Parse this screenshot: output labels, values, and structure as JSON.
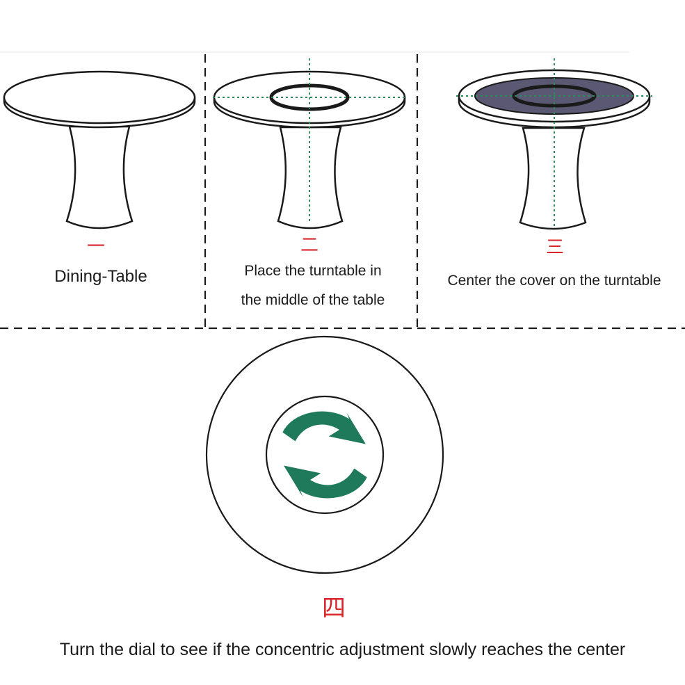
{
  "steps": [
    {
      "number": "一",
      "caption": "Dining-Table"
    },
    {
      "number": "二",
      "caption_line1": "Place the turntable in",
      "caption_line2": "the middle of the table"
    },
    {
      "number": "三",
      "caption": "Center the cover on the turntable"
    },
    {
      "number": "四",
      "caption": "Turn the dial to see if the concentric adjustment slowly reaches the center"
    }
  ],
  "colors": {
    "line": "#1a1a1a",
    "guide": "#2e8b57",
    "cover": "#5a5872",
    "arrow": "#1f7a5c",
    "number": "#d9262b"
  }
}
